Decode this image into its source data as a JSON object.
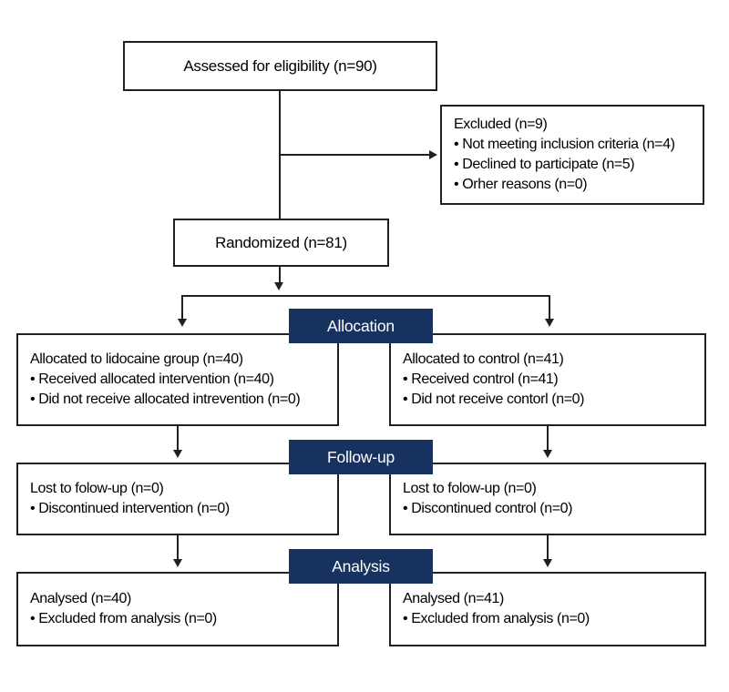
{
  "diagram": {
    "type": "consort-flow",
    "colors": {
      "banner_bg": "#17325e",
      "banner_text": "#ffffff",
      "box_border": "#231f20",
      "line": "#231f20",
      "text": "#000000",
      "background": "#ffffff"
    },
    "nodes": {
      "assessed": {
        "text": "Assessed for eligibility (n=90)"
      },
      "excluded": {
        "title": "Excluded (n=9)",
        "items": [
          "Not meeting inclusion criteria (n=4)",
          "Declined to participate (n=5)",
          "Orher reasons (n=0)"
        ]
      },
      "randomized": {
        "text": "Randomized (n=81)"
      },
      "allocation_banner": {
        "label": "Allocation"
      },
      "followup_banner": {
        "label": "Follow-up"
      },
      "analysis_banner": {
        "label": "Analysis"
      },
      "alloc_left": {
        "title": "Allocated to lidocaine group (n=40)",
        "items": [
          "Received allocated intervention (n=40)",
          "Did not receive allocated intrevention (n=0)"
        ]
      },
      "alloc_right": {
        "title": "Allocated to control (n=41)",
        "items": [
          "Received control (n=41)",
          "Did not receive contorl (n=0)"
        ]
      },
      "followup_left": {
        "title": "Lost to folow-up (n=0)",
        "items": [
          "Discontinued intervention (n=0)"
        ]
      },
      "followup_right": {
        "title": "Lost to folow-up (n=0)",
        "items": [
          "Discontinued control (n=0)"
        ]
      },
      "analysis_left": {
        "title": "Analysed (n=40)",
        "items": [
          "Excluded from analysis (n=0)"
        ]
      },
      "analysis_right": {
        "title": "Analysed (n=41)",
        "items": [
          "Excluded from analysis (n=0)"
        ]
      }
    }
  }
}
